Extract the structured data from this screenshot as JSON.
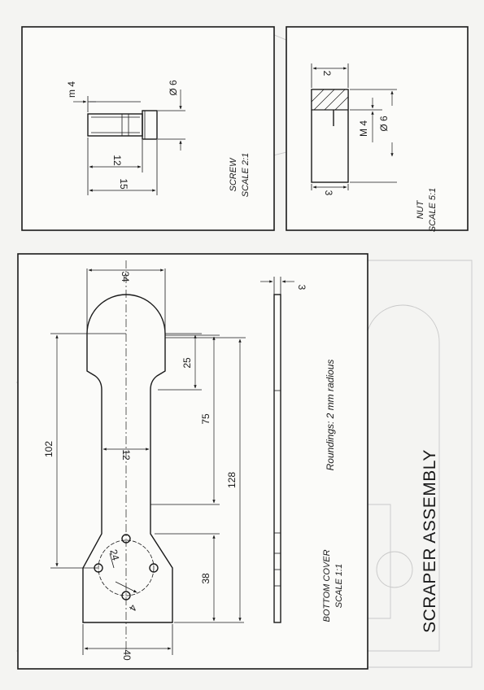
{
  "screw": {
    "dim_m4": "m 4",
    "dim_dia6": "Ø 6",
    "dim_12": "12",
    "dim_15": "15",
    "caption_name": "SCREW",
    "caption_scale": "SCALE 2:1"
  },
  "nut": {
    "dim_2": "2",
    "dim_m4": "M 4",
    "dim_dia6": "Ø 6",
    "dim_3": "3",
    "caption_name": "NUT",
    "caption_scale": "SCALE 5:1"
  },
  "bottom_cover": {
    "dim_34": "34",
    "dim_3": "3",
    "dim_25": "25",
    "dim_102": "102",
    "dim_75": "75",
    "dim_12": "12",
    "dim_128": "128",
    "dim_24": "24",
    "dim_4": "4",
    "dim_38": "38",
    "dim_40": "40",
    "note": "Roundings: 2 mm radious",
    "caption_name": "BOTTOM COVER",
    "caption_scale": "SCALE 1:1"
  },
  "title": "SCRAPER ASSEMBLY"
}
